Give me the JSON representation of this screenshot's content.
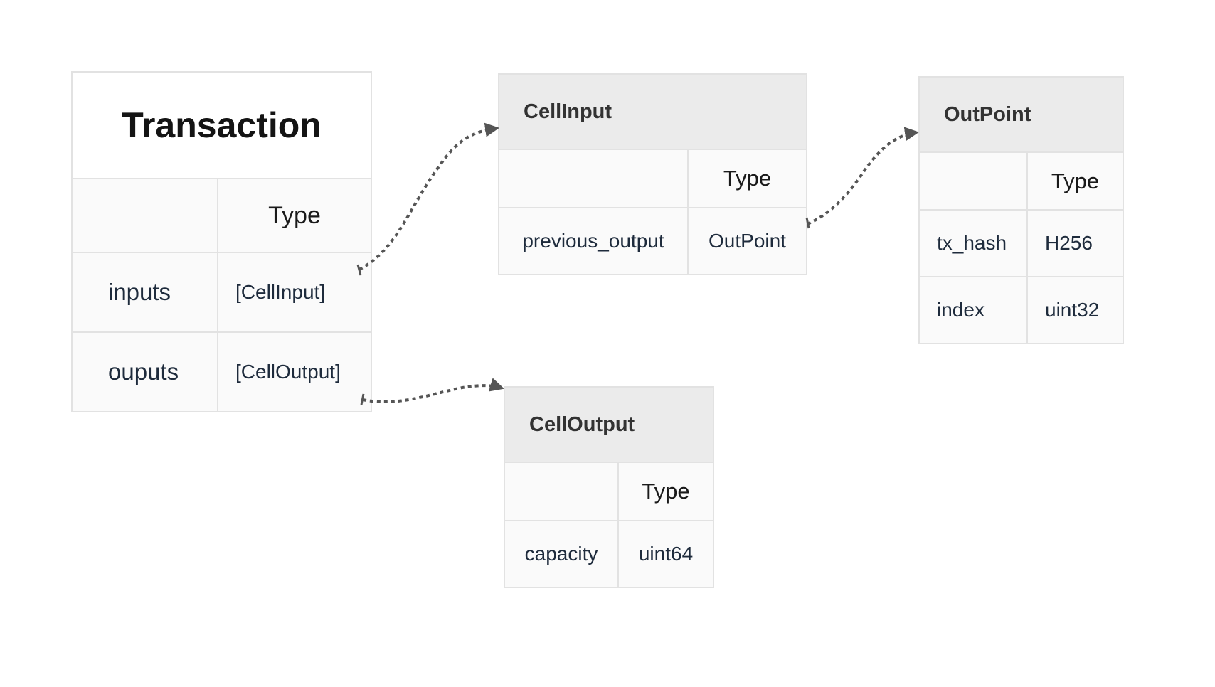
{
  "tables": {
    "transaction": {
      "title": "Transaction",
      "type_header": "Type",
      "rows": [
        {
          "name": "inputs",
          "type": "[CellInput]"
        },
        {
          "name": "ouputs",
          "type": "[CellOutput]"
        }
      ]
    },
    "cell_input": {
      "title": "CellInput",
      "type_header": "Type",
      "rows": [
        {
          "name": "previous_output",
          "type": "OutPoint"
        }
      ]
    },
    "out_point": {
      "title": "OutPoint",
      "type_header": "Type",
      "rows": [
        {
          "name": "tx_hash",
          "type": "H256"
        },
        {
          "name": "index",
          "type": "uint32"
        }
      ]
    },
    "cell_output": {
      "title": "CellOutput",
      "type_header": "Type",
      "rows": [
        {
          "name": "capacity",
          "type": "uint64"
        }
      ]
    }
  },
  "connectors": [
    {
      "from": "Transaction.inputs",
      "to": "CellInput"
    },
    {
      "from": "Transaction.ouputs",
      "to": "CellOutput"
    },
    {
      "from": "CellInput.previous_output",
      "to": "OutPoint"
    }
  ],
  "colors": {
    "header_fill": "#ebebeb",
    "cell_fill": "#fafafa",
    "border": "#e2e2e2",
    "connector": "#555555",
    "text": "#1e2b3c"
  }
}
